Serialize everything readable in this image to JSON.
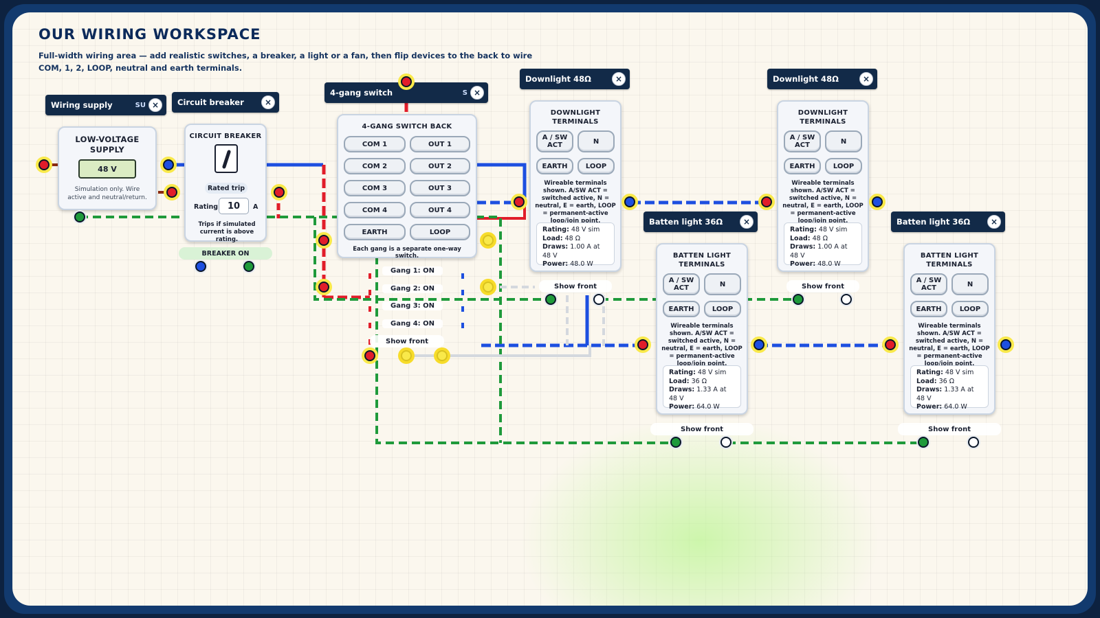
{
  "header": {
    "title": "OUR WIRING WORKSPACE",
    "subtitle": "Full-width wiring area — add realistic switches, a breaker, a light or a fan, then flip devices to the back to wire COM, 1, 2, LOOP, neutral and earth terminals."
  },
  "supply": {
    "titlebar": "Wiring supply",
    "tag": "SU",
    "close": "×",
    "heading": "LOW-VOLTAGE SUPPLY",
    "voltage": "48  V",
    "note": "Simulation only. Wire active and neutral/return."
  },
  "breaker": {
    "titlebar": "Circuit breaker",
    "close": "×",
    "heading": "CIRCUIT BREAKER",
    "rated_label": "Rated trip",
    "rating_label": "Rating",
    "rating_value": "10",
    "rating_unit": "A",
    "note": "Trips if simulated current is above rating.",
    "status": "BREAKER ON"
  },
  "switch": {
    "titlebar": "4-gang switch",
    "tag": "S",
    "close": "×",
    "heading": "4-GANG SWITCH BACK",
    "terminals": [
      "COM 1",
      "OUT 1",
      "COM 2",
      "OUT 2",
      "COM 3",
      "OUT 3",
      "COM 4",
      "OUT 4",
      "EARTH",
      "LOOP"
    ],
    "note": "Each gang is a separate one-way switch.",
    "gangs": [
      "Gang 1: ON",
      "Gang 2: ON",
      "Gang 3: ON",
      "Gang 4: ON"
    ],
    "show_front": "Show front"
  },
  "downlights": [
    {
      "titlebar": "Downlight 48Ω",
      "close": "×",
      "heading": "DOWNLIGHT TERMINALS",
      "terminals": [
        "A / SW ACT",
        "N",
        "EARTH",
        "LOOP"
      ],
      "desc": "Wireable terminals shown. A/SW ACT = switched active, N = neutral, E = earth, LOOP = permanent-active loop/join point.",
      "rating_label": "Rating:",
      "rating": "48 V sim",
      "load_label": "Load:",
      "load": "48 Ω",
      "draws_label": "Draws:",
      "draws": "1.00 A at 48 V",
      "power_label": "Power:",
      "power": "48.0 W",
      "show_front": "Show front"
    },
    {
      "titlebar": "Downlight 48Ω",
      "close": "×",
      "heading": "DOWNLIGHT TERMINALS",
      "terminals": [
        "A / SW ACT",
        "N",
        "EARTH",
        "LOOP"
      ],
      "desc": "Wireable terminals shown. A/SW ACT = switched active, N = neutral, E = earth, LOOP = permanent-active loop/join point.",
      "rating_label": "Rating:",
      "rating": "48 V sim",
      "load_label": "Load:",
      "load": "48 Ω",
      "draws_label": "Draws:",
      "draws": "1.00 A at 48 V",
      "power_label": "Power:",
      "power": "48.0 W",
      "show_front": "Show front"
    }
  ],
  "battens": [
    {
      "titlebar": "Batten light 36Ω",
      "close": "×",
      "heading": "BATTEN LIGHT TERMINALS",
      "terminals": [
        "A / SW ACT",
        "N",
        "EARTH",
        "LOOP"
      ],
      "desc": "Wireable terminals shown. A/SW ACT = switched active, N = neutral, E = earth, LOOP = permanent-active loop/join point.",
      "rating_label": "Rating:",
      "rating": "48 V sim",
      "load_label": "Load:",
      "load": "36 Ω",
      "draws_label": "Draws:",
      "draws": "1.33 A at 48 V",
      "power_label": "Power:",
      "power": "64.0 W",
      "show_front": "Show front"
    },
    {
      "titlebar": "Batten light 36Ω",
      "close": "×",
      "heading": "BATTEN LIGHT TERMINALS",
      "terminals": [
        "A / SW ACT",
        "N",
        "EARTH",
        "LOOP"
      ],
      "desc": "Wireable terminals shown. A/SW ACT = switched active, N = neutral, E = earth, LOOP = permanent-active loop/join point.",
      "rating_label": "Rating:",
      "rating": "48 V sim",
      "load_label": "Load:",
      "load": "36 Ω",
      "draws_label": "Draws:",
      "draws": "1.33 A at 48 V",
      "power_label": "Power:",
      "power": "64.0 W",
      "show_front": "Show front"
    }
  ],
  "colors": {
    "active": "#e11d2a",
    "neutral": "#1d4fe0",
    "earth": "#1f9a3b",
    "node_highlight": "#f9e94a",
    "titlebar": "#122a48"
  }
}
